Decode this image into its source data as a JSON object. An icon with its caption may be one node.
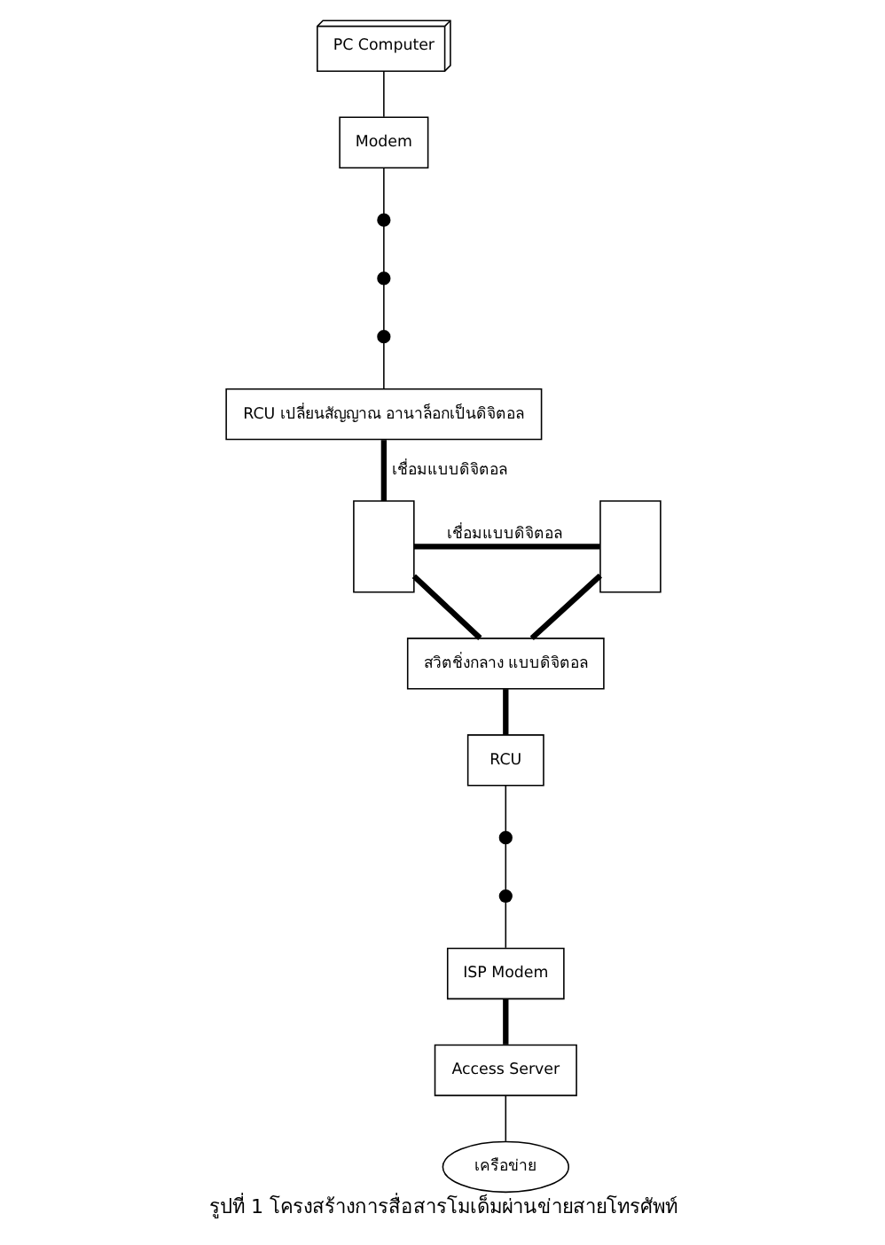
{
  "diagram": {
    "caption": "รูปที่ 1 โครงสร้างการสื่อสารโมเด็มผ่านข่ายสายโทรศัพท์",
    "nodes": [
      {
        "text": [
          "PC Computer"
        ]
      },
      {
        "text": [
          "Modem"
        ]
      },
      {
        "text": [],
        "shape": "pole"
      },
      {
        "text": [],
        "shape": "pole"
      },
      {
        "text": [],
        "shape": "pole"
      },
      {
        "text": [
          "RCU เปลี่ยนสัญญาณ อานาล็อกเป็นดิจิตอล"
        ]
      },
      {
        "text": [],
        "shape": "cabinet"
      },
      {
        "text": [],
        "shape": "cabinet"
      },
      {
        "text": [
          "สวิตชิ่งกลาง แบบดิจิตอล"
        ]
      },
      {
        "text": [
          "RCU"
        ]
      },
      {
        "text": [],
        "shape": "pole"
      },
      {
        "text": [],
        "shape": "pole"
      },
      {
        "text": [
          "เครือข่าย"
        ]
      },
      {
        "text": [
          "Access Server"
        ]
      },
      {
        "text": [
          "ISP Modem"
        ]
      }
    ],
    "edges": [
      {
        "from": 0,
        "to": 1,
        "arrow": "none"
      },
      {
        "from": 1,
        "to": 2,
        "arrow": "none"
      },
      {
        "from": 2,
        "to": 3,
        "arrow": "none"
      },
      {
        "from": 3,
        "to": 4,
        "arrow": "none"
      },
      {
        "from": 4,
        "to": 5,
        "arrow": "none"
      },
      {
        "from": 5,
        "to": 6,
        "arrow": "none",
        "label": "เชื่อมแบบดิจิตอล",
        "style": "thick"
      },
      {
        "from": 6,
        "to": 7,
        "arrow": "none",
        "label": "เชื่อมแบบดิจิตอล",
        "style": "thick"
      },
      {
        "from": 6,
        "to": 8,
        "arrow": "none",
        "style": "thick"
      },
      {
        "from": 7,
        "to": 8,
        "arrow": "none",
        "style": "thick"
      },
      {
        "from": 8,
        "to": 9,
        "arrow": "none",
        "style": "thick"
      },
      {
        "from": 9,
        "to": 10,
        "arrow": "none"
      },
      {
        "from": 10,
        "to": 11,
        "arrow": "none"
      },
      {
        "from": 11,
        "to": 14,
        "arrow": "none"
      },
      {
        "from": 14,
        "to": 13,
        "arrow": "none",
        "style": "thick"
      },
      {
        "from": 13,
        "to": 12,
        "arrow": "none"
      }
    ]
  }
}
